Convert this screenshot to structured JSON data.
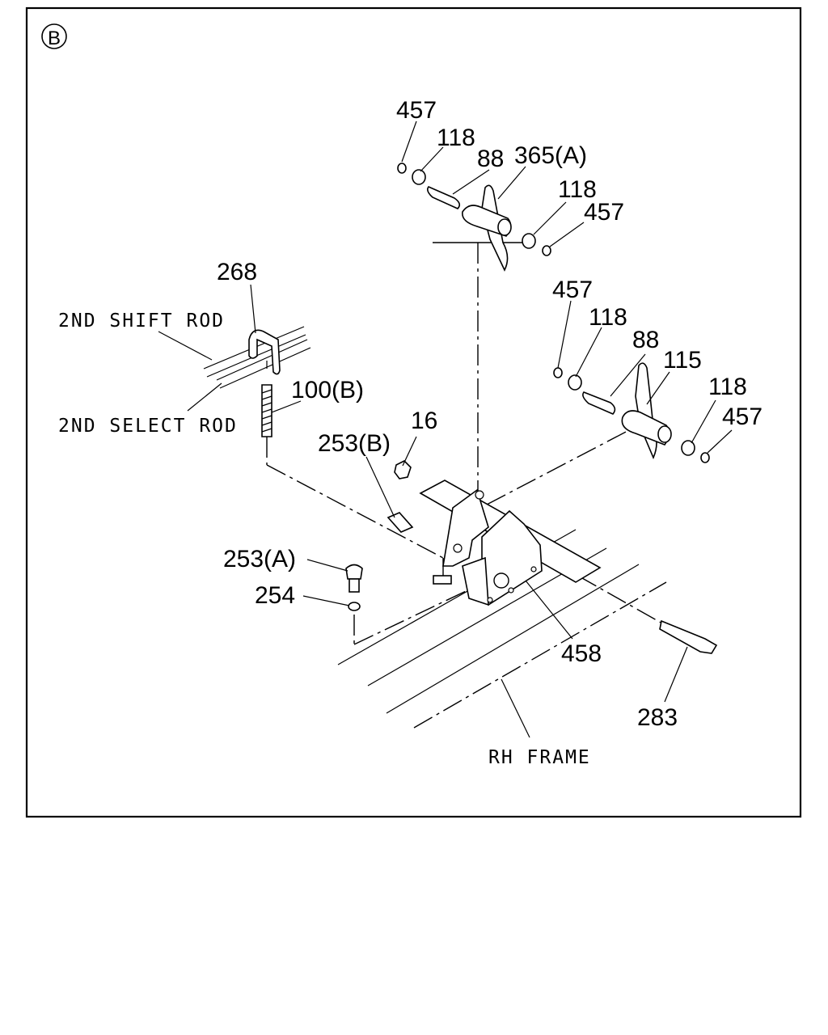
{
  "view_marker": "B",
  "callouts": {
    "c457_top": "457",
    "c118_top": "118",
    "c88_top": "88",
    "c365a": "365(A)",
    "c118_top_r": "118",
    "c457_top_r": "457",
    "c457_mid": "457",
    "c118_mid": "118",
    "c88_mid": "88",
    "c115": "115",
    "c118_mid_r": "118",
    "c457_mid_r": "457",
    "c268": "268",
    "c100b": "100(B)",
    "c16": "16",
    "c253b": "253(B)",
    "c253a": "253(A)",
    "c254": "254",
    "c458": "458",
    "c283": "283"
  },
  "labels": {
    "shift_rod": "2ND SHIFT ROD",
    "select_rod": "2ND SELECT ROD",
    "rh_frame": "RH FRAME"
  }
}
